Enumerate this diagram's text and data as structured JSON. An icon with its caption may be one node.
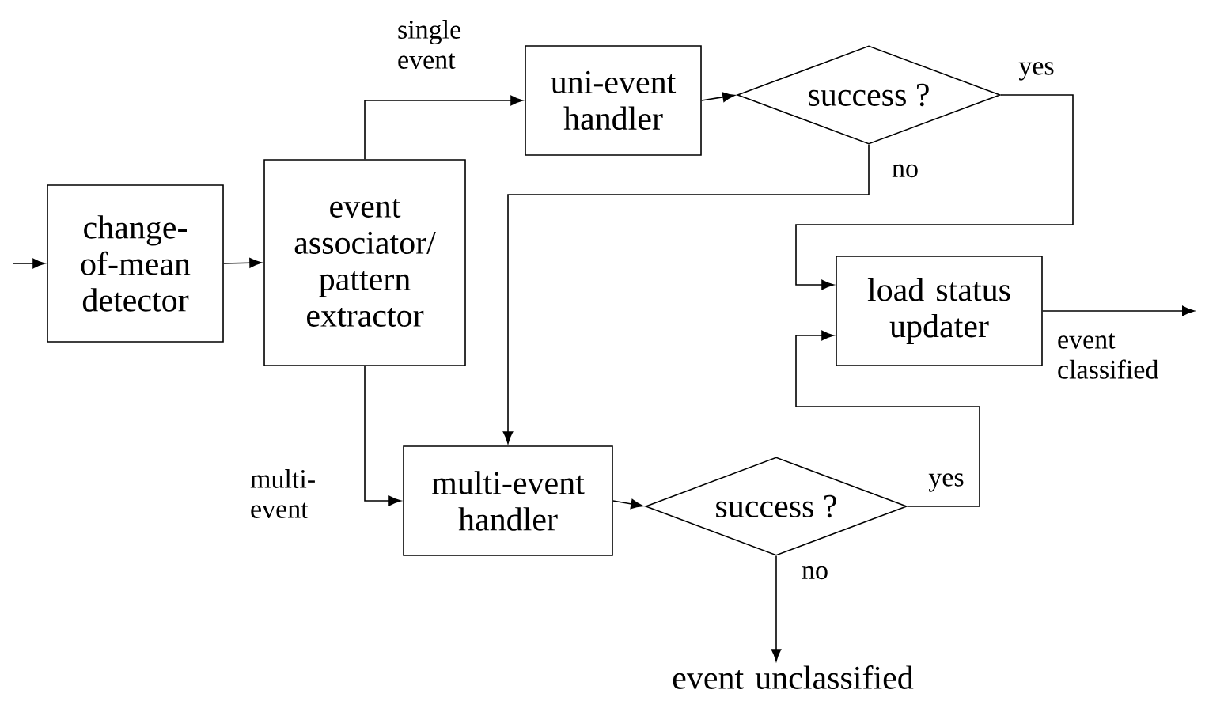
{
  "diagram": {
    "nodes": [
      {
        "text": [
          "change- of-mean detector"
        ]
      },
      {
        "text": [
          "event associator/ pattern extractor"
        ]
      },
      {
        "text": [
          "uni-event handler"
        ]
      },
      {
        "text": [
          "success ?"
        ]
      },
      {
        "text": [
          "load status updater"
        ]
      },
      {
        "text": [
          "multi-event handler"
        ]
      },
      {
        "text": [
          "success ?"
        ]
      },
      {
        "text": [
          "event unclassified"
        ]
      }
    ],
    "edges": [
      {
        "from": null,
        "to": 0,
        "arrow": "to"
      },
      {
        "from": 0,
        "to": 1,
        "arrow": "to"
      },
      {
        "from": 1,
        "to": 2,
        "arrow": "to",
        "label": "single event"
      },
      {
        "from": 1,
        "to": 5,
        "arrow": "to",
        "label": "multi- event"
      },
      {
        "from": 2,
        "to": 3,
        "arrow": "to"
      },
      {
        "from": 3,
        "to": 4,
        "arrow": "to",
        "label": "yes"
      },
      {
        "from": 3,
        "to": 5,
        "arrow": "to",
        "label": "no"
      },
      {
        "from": 5,
        "to": 6,
        "arrow": "to"
      },
      {
        "from": 6,
        "to": 4,
        "arrow": "to",
        "label": "yes"
      },
      {
        "from": 6,
        "to": 7,
        "arrow": "to",
        "label": "no"
      },
      {
        "from": 4,
        "to": null,
        "arrow": "to",
        "label": "event classified"
      }
    ]
  }
}
